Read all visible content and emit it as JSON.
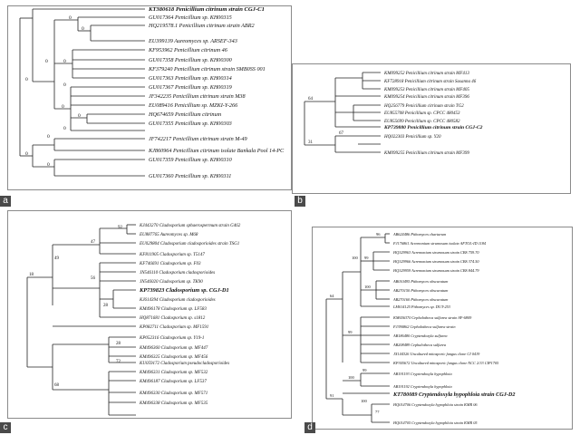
{
  "panels": {
    "a": {
      "tag": "a",
      "taxa": [
        "KT380618 Penicillium citrinum strain CGJ-C1",
        "GU017364 Penicillium sp. KH00315",
        "HQ219578.1 Penicillium citrinum strain ABR2",
        "EU399139 Aureomyces sp. ARSEF-343",
        "KF953962 Penicillium citrinum 46",
        "GU017358 Penicillium sp. KH00300",
        "KF379240 Penicillium citrinum strain SMB0SS 001",
        "GU017363 Penicillium sp. KH00314",
        "GU017367 Penicillium sp. KH00319",
        "JF342235 Penicillium citrinum strain M38",
        "EU089416 Penicillium sp. MZKI-Y-266",
        "HQ674659 Penicillium citrinum",
        "GU017355 Penicillium sp. KH00303",
        "JF742217 Penicillium citrinum strain M-49",
        "KJ860964 Penicillium citrinum isolate Bankala Pool 14-PC",
        "GU017359 Penicillium sp. KH00310",
        "GU017360 Penicillium sp. KH00311"
      ],
      "bootstrap": [
        "0",
        "0",
        "0",
        "0",
        "0",
        "0",
        "0",
        "0",
        "0",
        "0",
        "0",
        "0"
      ]
    },
    "b": {
      "tag": "b",
      "taxa": [
        "KM099252 Penicillium citrinum strain MF413",
        "KF728918 Penicillium citrinum strain Sasanna 46",
        "KM099253 Penicillium citrinum strain MF405",
        "KM099254 Penicillium citrinum strain MF396",
        "HQ256779 Penicillium citrinum strain TG2",
        "EU855708 Penicillium sp. CPCC 480453",
        "EU855699 Penicillium sp. CPCC 480582",
        "KP739880 Penicillium citrinum strain CGJ-C2",
        "HQ022303 Penicillium sp. Y20",
        "KM099255 Penicillium citrinum strain MF399"
      ],
      "bootstrap": [
        "64",
        "67",
        "31"
      ]
    },
    "c": {
      "tag": "c",
      "taxa": [
        "KJ443270 Cladosporium sphaerospermum strain G462",
        "EU887765 Aureomyces sp. M68",
        "EU029804 Cladosporium cladosporioides strain TSG1",
        "KF811905 Cladosporium sp. T5147",
        "KF746691 Cladosporium sp. F03",
        "JN546110 Cladosporium cladosporioides",
        "JN546020 Cladosporium sp. TK90",
        "KP739823 Cladosporium sp. CGJ-D1",
        "KJ614394 Cladosporium cladosporioides",
        "KM496178 Cladosporium sp. LF583",
        "HQ871681 Cladosporium sp. s1812",
        "KP082711 Cladosporium sp. MF1591",
        "KP052316 Cladosporium sp. Y19-1",
        "KM496360 Cladosporium sp. MF447",
        "KM496325 Cladosporium sp. MF456",
        "KU059172 Cladosporium pseudocladosporioides",
        "KM496331 Cladosporium sp. MF532",
        "KM496187 Cladosporium sp. LF537",
        "KM496330 Cladosporium sp. MF571",
        "KM496338 Cladosporium sp. MF535"
      ],
      "bootstrap": [
        "92",
        "47",
        "49",
        "56",
        "18",
        "28",
        "28",
        "72",
        "68"
      ]
    },
    "d": {
      "tag": "d",
      "taxa": [
        "AB624486 Pithomyces chartarum",
        "FJ176861 Acremonium strumosum isolate AFTOL-ID 1184",
        "HQ329963 Acremonium strumosum strain CBS 759.70",
        "HQ329966 Acremonium strumosum strain CBS 374.50",
        "HQ329959 Acremonium strumosum strain CBS 844.79",
        "AB010495 Pithomyces obscuratum",
        "AB270150 Pithomyces obscuratum",
        "AB270160 Pithomyces obscuratum",
        "LM014125 Pithomyces sp. DUT-253",
        "KM656370 Cephalotheca sulfurea strain SF-6809",
        "FJ390862 Cephalotheca sulfurea strain",
        "AB186480 Cryptendoxyla sulfurea",
        "AB208489 Cephalotheca sulfurea",
        "JX144326 Uncultured mitosporic fungus clone CI 0419",
        "KP305672 Uncultured mitosporic fungus clone NCC 2/33 CIP1705",
        "AB191193 Cryptendoxyla hypophloia",
        "AB191192 Cryptendoxyla hypophloia",
        "KT780089 Cryptendoxyla hypophloia strain CGJ-D2",
        "HQ014706 Cryptendoxyla hypophloia strain KMR 06",
        "HQ014705 Cryptendoxyla hypophloia strain KMR 05"
      ],
      "bootstrap": [
        "96",
        "100",
        "99",
        "100",
        "64",
        "99",
        "100",
        "99",
        "91",
        "100",
        "77"
      ]
    }
  }
}
